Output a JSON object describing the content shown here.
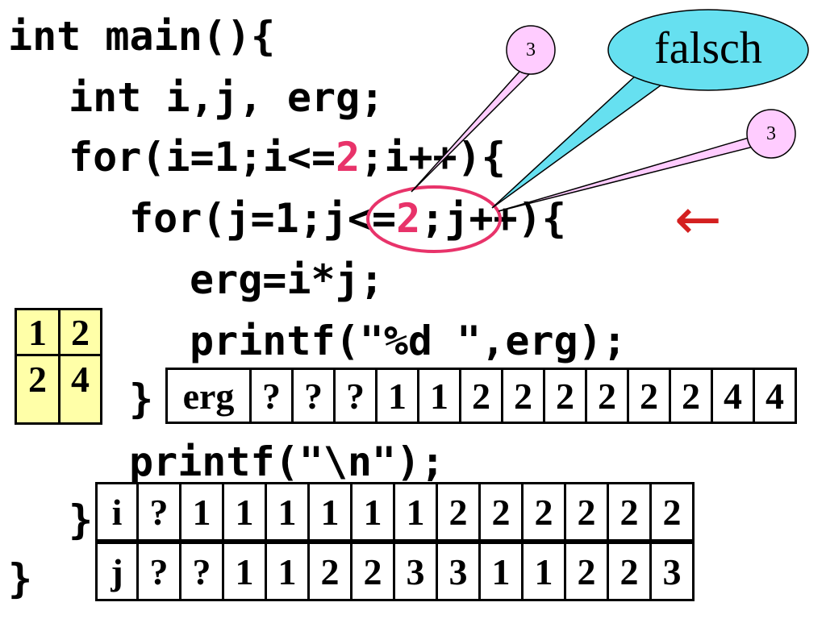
{
  "code": {
    "line1": "int main(){",
    "line2": "int i,j, erg;",
    "line3_pre": "for(i=1;i<=",
    "line3_hl": "2",
    "line3_post": ";i++){",
    "line4_pre": "for(j=1;j<=",
    "line4_hl": "2",
    "line4_post": ";j++){",
    "line5": "erg=i*j;",
    "line6": "printf(\"%d \",erg);",
    "line7": "}",
    "line8": "printf(\"\\n\");",
    "line9": "}",
    "line10": "}"
  },
  "callouts": {
    "left_number": "3",
    "right_number": "3",
    "falsch": "falsch",
    "arrow": "←"
  },
  "result_grid": [
    [
      "1",
      "2"
    ],
    [
      "2",
      "4"
    ]
  ],
  "erg_trace": {
    "label": "erg",
    "values": [
      "?",
      "?",
      "?",
      "1",
      "1",
      "2",
      "2",
      "2",
      "2",
      "2",
      "2",
      "4",
      "4"
    ]
  },
  "i_trace": {
    "label": "i",
    "values": [
      "?",
      "1",
      "1",
      "1",
      "1",
      "1",
      "1",
      "2",
      "2",
      "2",
      "2",
      "2",
      "2"
    ]
  },
  "j_trace": {
    "label": "j",
    "values": [
      "?",
      "?",
      "1",
      "1",
      "2",
      "2",
      "3",
      "3",
      "1",
      "1",
      "2",
      "2",
      "3"
    ]
  },
  "colors": {
    "highlight": "#e8336a",
    "grid_fill": "#ffffa8",
    "bubble_cyan": "#66e0f0",
    "bubble_pink": "#ffccff"
  }
}
